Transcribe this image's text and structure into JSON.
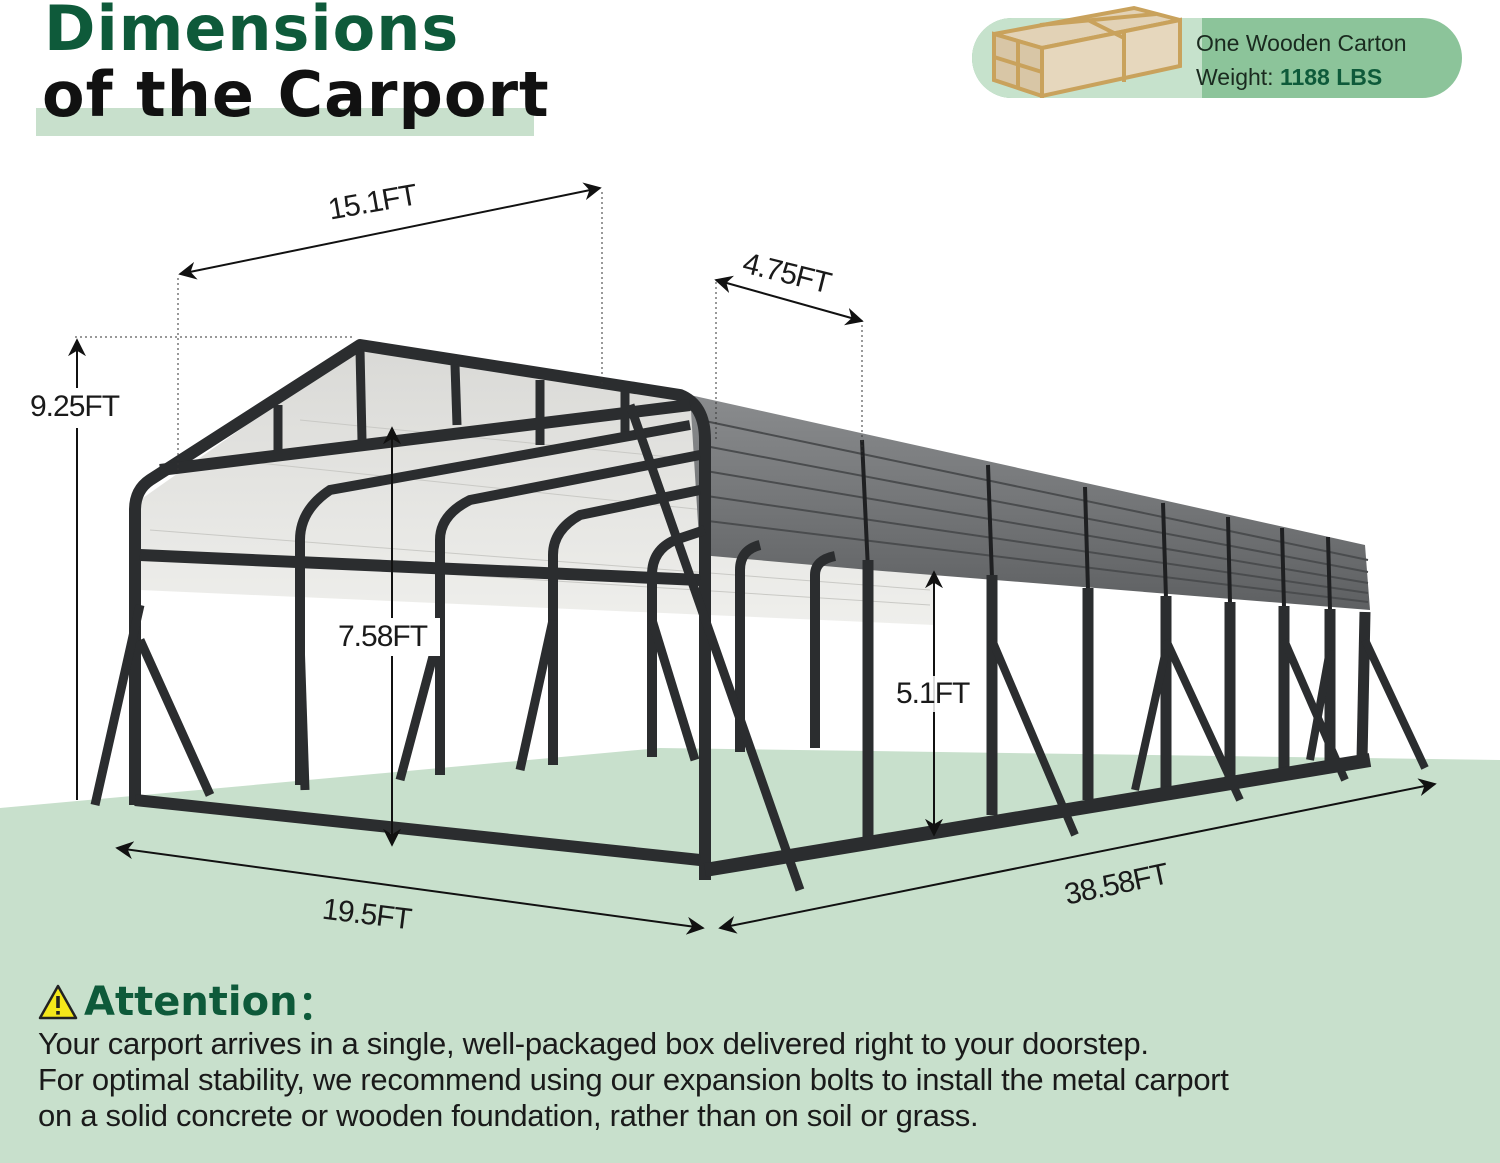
{
  "title": {
    "line1": "Dimensions",
    "line2": "of the Carport"
  },
  "carton": {
    "line1": "One Wooden Carton",
    "weight_label": "Weight: ",
    "weight_value": "1188 LBS",
    "icon": "wooden-crate-icon"
  },
  "dimensions": {
    "peak_height": "9.25FT",
    "roof_width": "15.1FT",
    "bay_spacing": "4.75FT",
    "center_clearance": "7.58FT",
    "side_clearance": "5.1FT",
    "width": "19.5FT",
    "length": "38.58FT"
  },
  "attention": {
    "icon": "warning-icon",
    "title": "Attention",
    "colon": "：",
    "lines": [
      "Your carport arrives in a single, well-packaged box delivered right to your doorstep.",
      "For optimal stability, we recommend using our expansion bolts to install the metal carport",
      "on a solid concrete or wooden foundation, rather than on soil or grass."
    ]
  },
  "colors": {
    "brand_green": "#0e5a3a",
    "ground_green": "#c8e0cc",
    "badge_green": "#8cc49a",
    "frame": "#2b2d2f",
    "panel": "#6f7173"
  }
}
